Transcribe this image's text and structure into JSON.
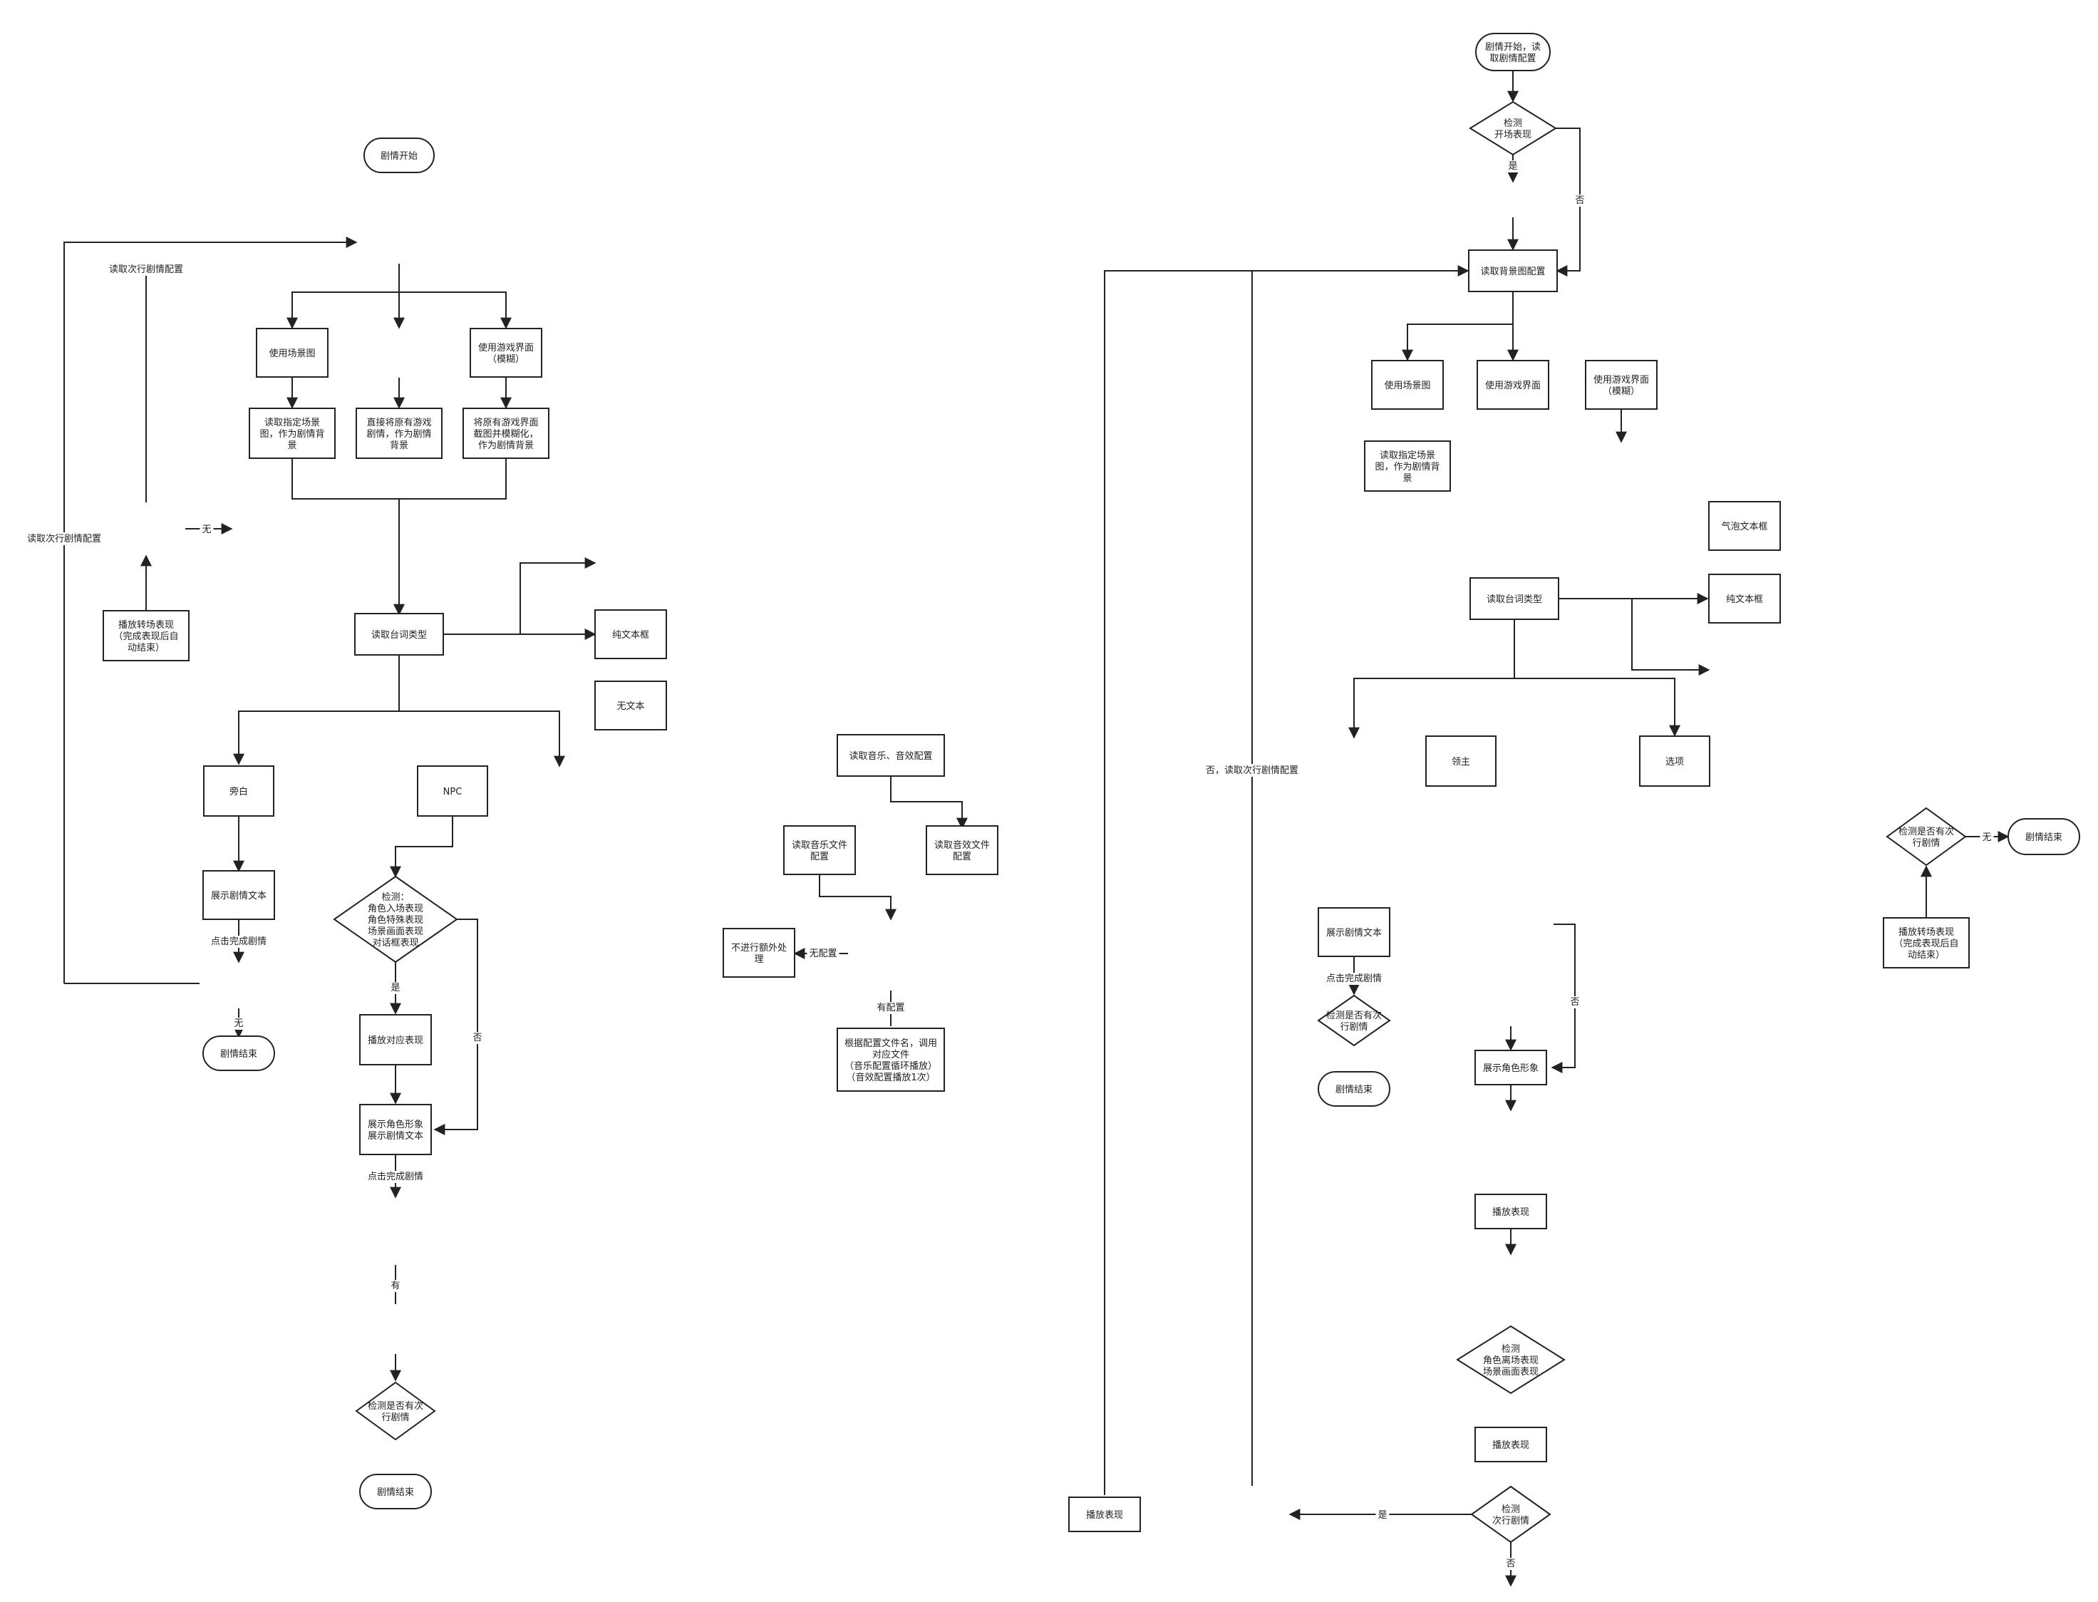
{
  "left_flow": {
    "start": "剧情开始",
    "loop_label": "读取次行剧情配置",
    "loop_label_outer": "读取次行剧情配置",
    "use_scene": "使用场景图",
    "use_blur_ui": "使用游戏界面 （模糊）",
    "read_scene": "读取指定场景 图，作为剧情背 景",
    "direct_ui": "直接将原有游戏 剧情，作为剧情 背景",
    "blur_ui": "将原有游戏界面 截图并模糊化， 作为剧情背景",
    "play_transition": "播放转场表现 （完成表现后自 动结束）",
    "edge_none": "无",
    "read_dialog_type": "读取台词类型",
    "plain_text": "纯文本框",
    "no_text": "无文本",
    "narration": "旁白",
    "npc": "NPC",
    "show_text": "展示剧情文本",
    "click_done_1": "点击完成剧情",
    "edge_none_2": "无",
    "end_1": "剧情结束",
    "check_entry": "检测： 角色入场表现 角色特殊表现 场景画面表现 对话框表现",
    "edge_yes": "是",
    "edge_no": "否",
    "play_matching": "播放对应表现",
    "show_char_text": "展示角色形象 展示剧情文本",
    "click_done_2": "点击完成剧情",
    "edge_have": "有",
    "check_next": "检测是否有次 行剧情",
    "end_2": "剧情结束"
  },
  "middle_flow": {
    "read_audio": "读取音乐、音效配置",
    "read_music": "读取音乐文件 配置",
    "read_sfx": "读取音效文件 配置",
    "no_extra": "不进行额外处 理",
    "edge_no_config": "无配置",
    "edge_has_config": "有配置",
    "call_file": "根据配置文件名，调用 对应文件 （音乐配置循环播放） （音效配置播放1次）"
  },
  "right_flow": {
    "start": "剧情开始，读 取剧情配置",
    "check_opening": "检测 开场表现",
    "edge_yes": "是",
    "edge_no": "否",
    "read_bg": "读取背景图配置",
    "use_scene": "使用场景图",
    "use_ui": "使用游戏界面",
    "use_blur_ui": "使用游戏界面 （模糊）",
    "read_scene": "读取指定场景 图，作为剧情背 景",
    "bubble_text": "气泡文本框",
    "read_dialog_type": "读取台词类型",
    "plain_text": "纯文本框",
    "lord": "领主",
    "option": "选项",
    "loop_label": "否，读取次行剧情配置",
    "show_text": "展示剧情文本",
    "click_done": "点击完成剧情",
    "check_next_a": "检测是否有次 行剧情",
    "end_a": "剧情结束",
    "edge_no_2": "否",
    "show_char": "展示角色形象",
    "play_a": "播放表现",
    "check_leave": "检测 角色离场表现 场景画面表现",
    "play_b": "播放表现",
    "check_next_b": "检测 次行剧情",
    "edge_yes_2": "是",
    "edge_no_3": "否",
    "play_c": "播放表现",
    "check_next_c": "检测是否有次 行剧情",
    "edge_none": "无",
    "end_c": "剧情结束",
    "play_transition": "播放转场表现 （完成表现后自 动结束）"
  }
}
